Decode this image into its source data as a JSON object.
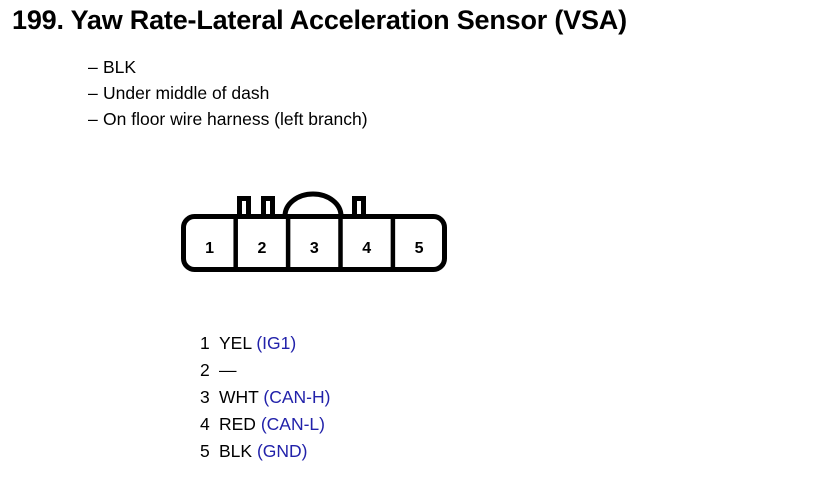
{
  "document": {
    "title_number": "199.",
    "title_text": "Yaw Rate-Lateral Acceleration Sensor (VSA)",
    "title_full": "199. Yaw Rate-Lateral Acceleration Sensor (VSA)"
  },
  "notes": {
    "bullet_glyph": "–",
    "items": [
      "BLK",
      "Under middle of dash",
      "On floor wire harness (left branch)"
    ]
  },
  "connector": {
    "cavity_count": 5,
    "cavity_labels": [
      "1",
      "2",
      "3",
      "4",
      "5"
    ],
    "tab_count": 3,
    "has_locking_arch": true,
    "arch_over_cavity": "3",
    "outline_color": "#000000",
    "fill_color": "#ffffff"
  },
  "legend": {
    "signal_color": "#2222aa",
    "wire_color": "#000000",
    "rows": [
      {
        "pin": "1",
        "wire": "YEL",
        "signal": "(IG1)"
      },
      {
        "pin": "2",
        "wire": "—",
        "signal": ""
      },
      {
        "pin": "3",
        "wire": "WHT",
        "signal": "(CAN-H)"
      },
      {
        "pin": "4",
        "wire": "RED",
        "signal": "(CAN-L)"
      },
      {
        "pin": "5",
        "wire": "BLK",
        "signal": "(GND)"
      }
    ]
  }
}
